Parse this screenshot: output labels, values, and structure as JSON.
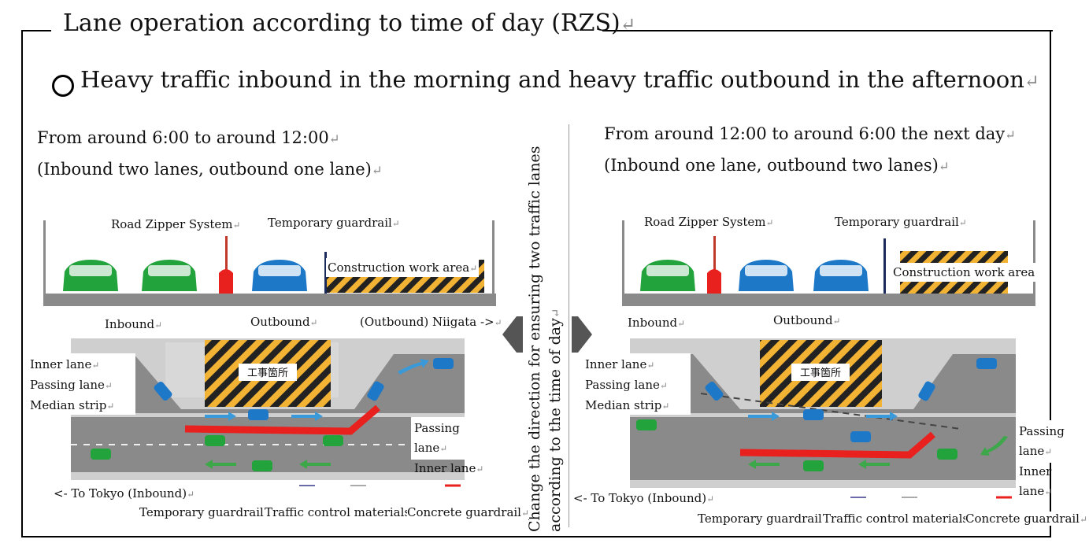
{
  "title": "Lane operation according to time of day (RZS)",
  "subtitle": "Heavy traffic inbound in the morning and heavy traffic outbound in the afternoon",
  "vertical_note": {
    "line1": "Change the direction for ensuring two traffic lanes",
    "line2": "according to the time of day"
  },
  "left": {
    "period": "From around 6:00 to around 12:00",
    "lanes": "(Inbound two lanes, outbound one lane)",
    "road_zipper": "Road Zipper System",
    "temp_guardrail_top": "Temporary guardrail",
    "work_area": "Construction work area",
    "inbound": "Inbound",
    "outbound": "Outbound",
    "niigata": "(Outbound) Niigata ->",
    "inner_lane": "Inner lane",
    "passing_lane": "Passing lane",
    "median_strip": "Median strip",
    "passing_lane_r": "Passing lane",
    "inner_lane_r": "Inner lane",
    "to_tokyo": "<- To Tokyo (Inbound)",
    "legend_temp": "Temporary guardrail",
    "legend_traffic": "Traffic control materials",
    "legend_concrete": "Concrete guardrail",
    "site_sign": "工事箇所"
  },
  "right": {
    "period": "From around 12:00 to around 6:00 the next day",
    "lanes": "(Inbound one lane, outbound two lanes)",
    "road_zipper": "Road Zipper System",
    "temp_guardrail_top": "Temporary guardrail",
    "work_area": "Construction work area",
    "inbound": "Inbound",
    "outbound": "Outbound",
    "inner_lane": "Inner lane",
    "passing_lane": "Passing lane",
    "median_strip": "Median strip",
    "passing_lane_r": "Passing lane",
    "inner_lane_r": "Inner lane",
    "to_tokyo": "<- To Tokyo (Inbound)",
    "legend_temp": "Temporary guardrail",
    "legend_traffic": "Traffic control materials",
    "legend_concrete": "Concrete guardrail",
    "site_sign": "工事箇所"
  },
  "colors": {
    "inbound_car": "#22a33c",
    "outbound_car": "#1e78c8",
    "concrete_guardrail": "#e8201e",
    "road": "#8a8a8a",
    "hatch_yellow": "#f2b233"
  }
}
